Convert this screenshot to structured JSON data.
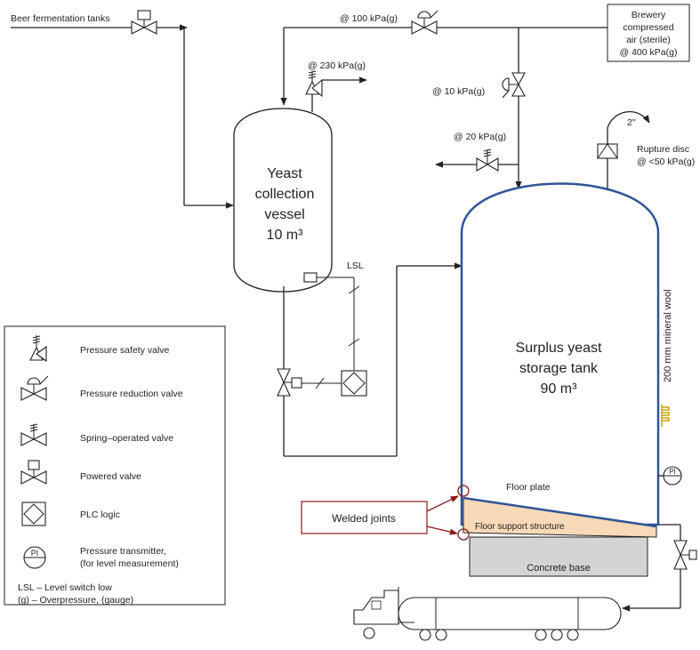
{
  "labels": {
    "beer_tanks": "Beer fermentation tanks",
    "p100": "@ 100 kPa(g)",
    "air_1": "Brewery",
    "air_2": "compressed",
    "air_3": "air (sterile)",
    "air_4": "@ 400 kPa(g)",
    "p230": "@ 230 kPa(g)",
    "p10": "@ 10 kPa(g)",
    "p20": "@ 20 kPa(g)",
    "two_inch": "2\"",
    "rupture_1": "Rupture disc",
    "rupture_2": "@ <50 kPa(g)",
    "lsl": "LSL",
    "yeast_vessel": [
      "Yeast",
      "collection",
      "vessel",
      "10 m³"
    ],
    "storage_tank": [
      "Surplus yeast",
      "storage tank",
      "90 m³"
    ],
    "insulation": "200 mm mineral wool",
    "floor_plate": "Floor plate",
    "floor_support": "Floor support structure",
    "concrete": "Concrete base",
    "welded": "Welded joints",
    "pi": "PI"
  },
  "legend": {
    "items": [
      "Pressure safety valve",
      "Pressure reduction valve",
      "Spring–operated valve",
      "Powered valve",
      "PLC logic"
    ],
    "pt_1": "Pressure transmitter,",
    "pt_2": "(for level measurement)",
    "note_1": "LSL – Level switch low",
    "note_2": "(g) – Overpressure, (gauge)"
  },
  "colors": {
    "tank_outline": "#2f5597",
    "floor_support_fill": "#f8d9b8",
    "concrete_fill": "#d4d4d4",
    "callout": "#8b1a1a",
    "insulation": "#c9a400"
  }
}
